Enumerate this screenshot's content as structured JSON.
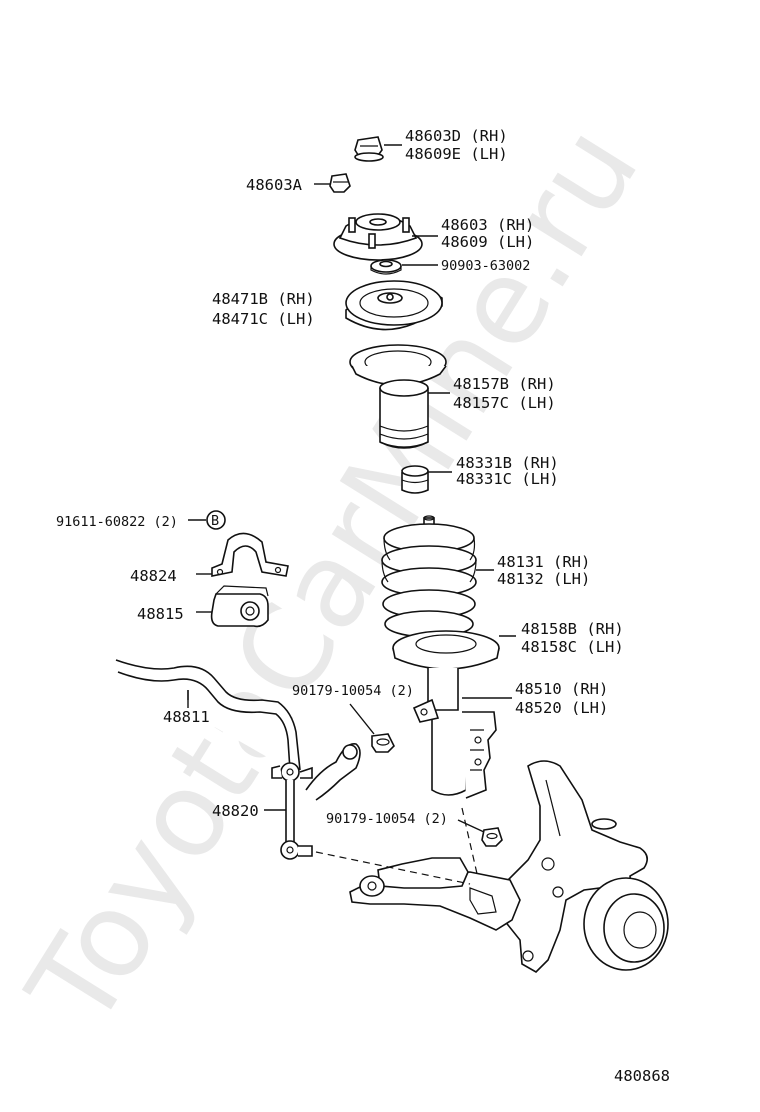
{
  "watermark": "ToyotaCarMine.ru",
  "diagram_id": "480868",
  "bolt_marker": "B",
  "labels": {
    "l_48603d": "48603D (RH)",
    "l_48609e": "48609E (LH)",
    "l_48603a": "48603A",
    "l_48603": "48603 (RH)",
    "l_48609": "48609 (LH)",
    "l_90903": "90903-63002",
    "l_48471b": "48471B (RH)",
    "l_48471c": "48471C (LH)",
    "l_48157b": "48157B (RH)",
    "l_48157c": "48157C (LH)",
    "l_48331b": "48331B (RH)",
    "l_48331c": "48331C (LH)",
    "l_91611": "91611-60822 (2)",
    "l_48824": "48824",
    "l_48815": "48815",
    "l_48131": "48131 (RH)",
    "l_48132": "48132 (LH)",
    "l_48158b": "48158B (RH)",
    "l_48158c": "48158C (LH)",
    "l_90179a": "90179-10054 (2)",
    "l_48510": "48510 (RH)",
    "l_48520": "48520 (LH)",
    "l_48811": "48811",
    "l_48820": "48820",
    "l_90179b": "90179-10054 (2)"
  }
}
